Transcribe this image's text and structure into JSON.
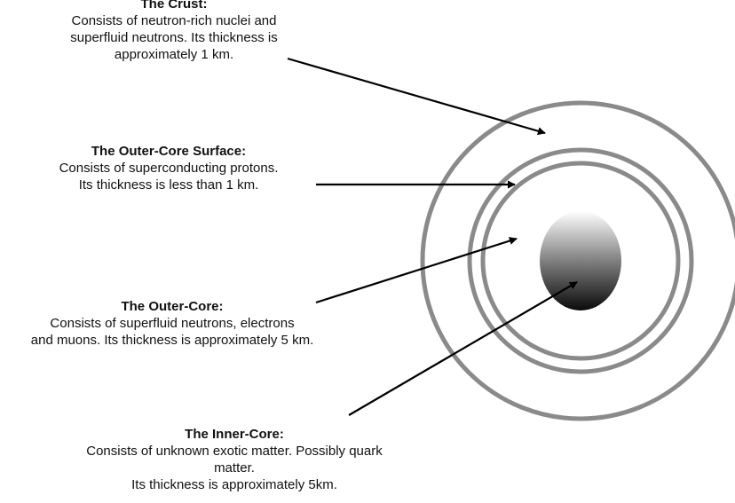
{
  "labels": {
    "crust": {
      "title": "The Crust:",
      "lines": [
        "Consists of neutron-rich nuclei and",
        "superfluid neutrons. Its thickness is",
        "approximately 1 km."
      ]
    },
    "outer_core_surface": {
      "title": "The Outer-Core Surface:",
      "lines": [
        "Consists of superconducting protons.",
        "Its thickness is less than 1 km."
      ]
    },
    "outer_core": {
      "title": "The Outer-Core:",
      "lines": [
        "Consists of superfluid neutrons, electrons",
        "and muons. Its thickness is approximately 5 km."
      ]
    },
    "inner_core": {
      "title": "The Inner-Core:",
      "lines": [
        "Consists of unknown exotic matter. Possibly quark",
        "matter.",
        "Its thickness is approximately 5km."
      ]
    }
  },
  "colors": {
    "ring": "#8a8a8a",
    "arrow": "#000000",
    "core_light": "#ffffff",
    "core_dark": "#0a0a0a"
  }
}
